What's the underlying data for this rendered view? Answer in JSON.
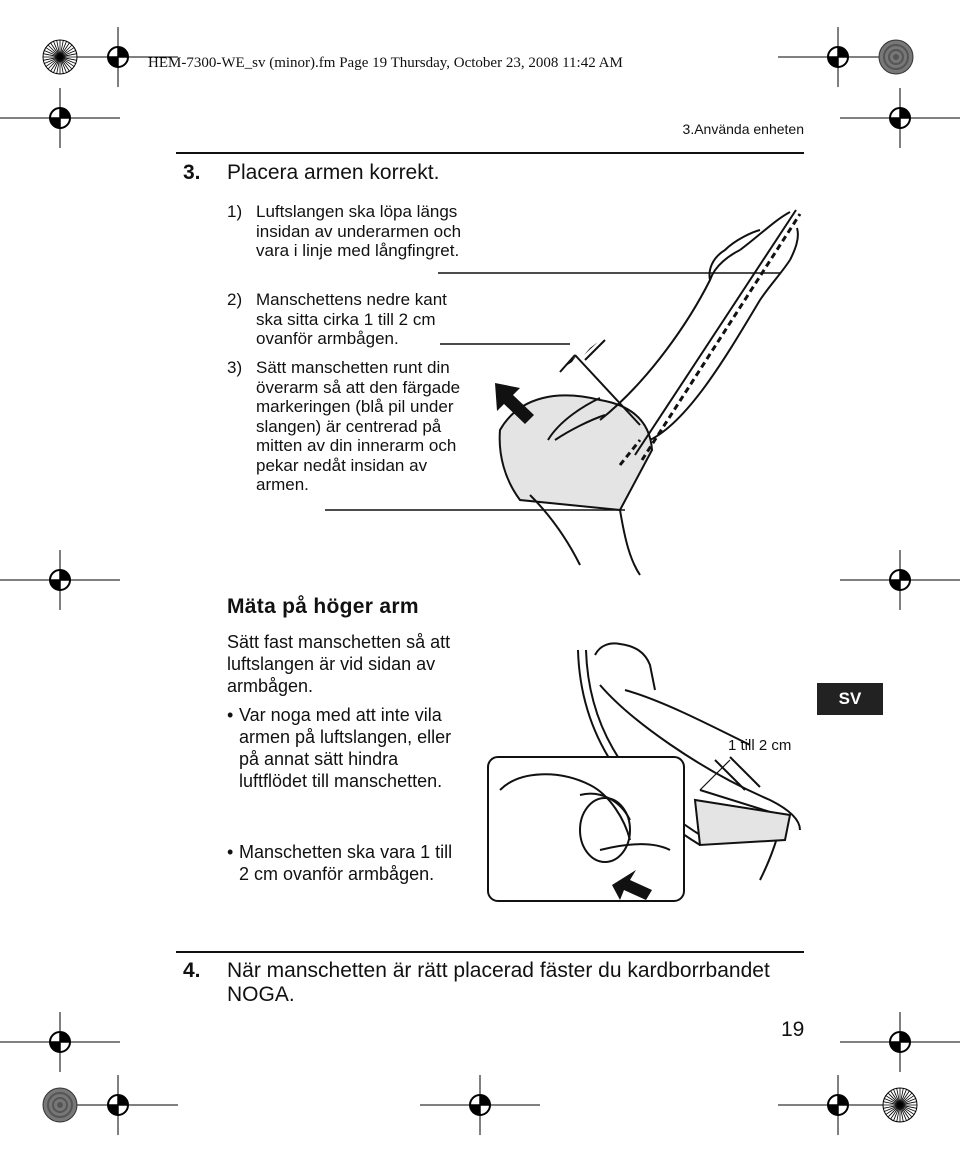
{
  "header": {
    "file_line": "HEM-7300-WE_sv (minor).fm  Page 19  Thursday, October 23, 2008  11:42 AM",
    "section": "3.Använda enheten"
  },
  "step3": {
    "number": "3.",
    "title": "Placera armen korrekt.",
    "items": [
      {
        "n": "1)",
        "text": "Luftslangen ska löpa längs insidan av underarmen och vara i linje med långfingret."
      },
      {
        "n": "2)",
        "text": "Manschettens nedre kant ska sitta cirka 1 till 2 cm ovanför armbågen."
      },
      {
        "n": "3)",
        "text": "Sätt manschetten runt din överarm så att den färgade markeringen (blå pil under slangen) är centrerad på mitten av din innerarm och pekar nedåt insidan av armen."
      }
    ]
  },
  "right_arm": {
    "heading": "Mäta på höger arm",
    "body": "Sätt fast manschetten så att luftslangen är vid sidan av armbågen.",
    "bullets": [
      "Var noga med att inte vila armen på luftslangen, eller på annat sätt hindra luftflödet till manschetten.",
      "Manschetten ska vara 1 till 2 cm ovanför armbågen."
    ],
    "figure_caption": "1 till 2 cm"
  },
  "language_tab": "SV",
  "step4": {
    "number": "4.",
    "text": "När manschetten är rätt placerad fäster du kardborrbandet NOGA."
  },
  "page_number": "19",
  "icons": [
    "registration-mark-icon",
    "starburst-target-icon",
    "gray-disc-icon",
    "arrow-icon"
  ]
}
